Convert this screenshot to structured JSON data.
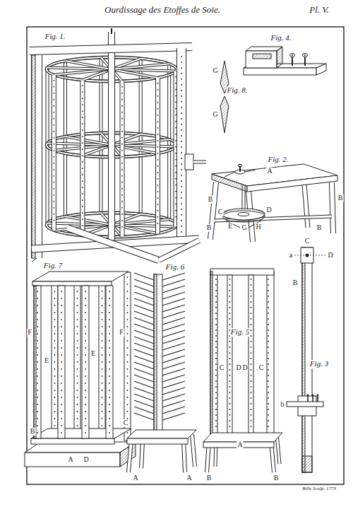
{
  "diagram": {
    "title": "Ourdissage des Etoffes de Soie.",
    "labels": [
      "Pl. V.",
      "Fig. 1.",
      "Fig. 4.",
      "Fig. 8.",
      "G",
      "G",
      "Fig. 2.",
      "A",
      "B",
      "B",
      "B",
      "B",
      "C",
      "D",
      "E",
      "G",
      "H",
      "C",
      "a",
      "D",
      "B",
      "Fig. 3",
      "b",
      "Fig. 7",
      "F",
      "E",
      "E",
      "F",
      "C",
      "D",
      "A",
      "B",
      "Fig. 6",
      "A",
      "A",
      "Fig. 5",
      "C",
      "D",
      "D",
      "C",
      "A",
      "B",
      "B",
      "Bille Sculp. 1773"
    ]
  }
}
